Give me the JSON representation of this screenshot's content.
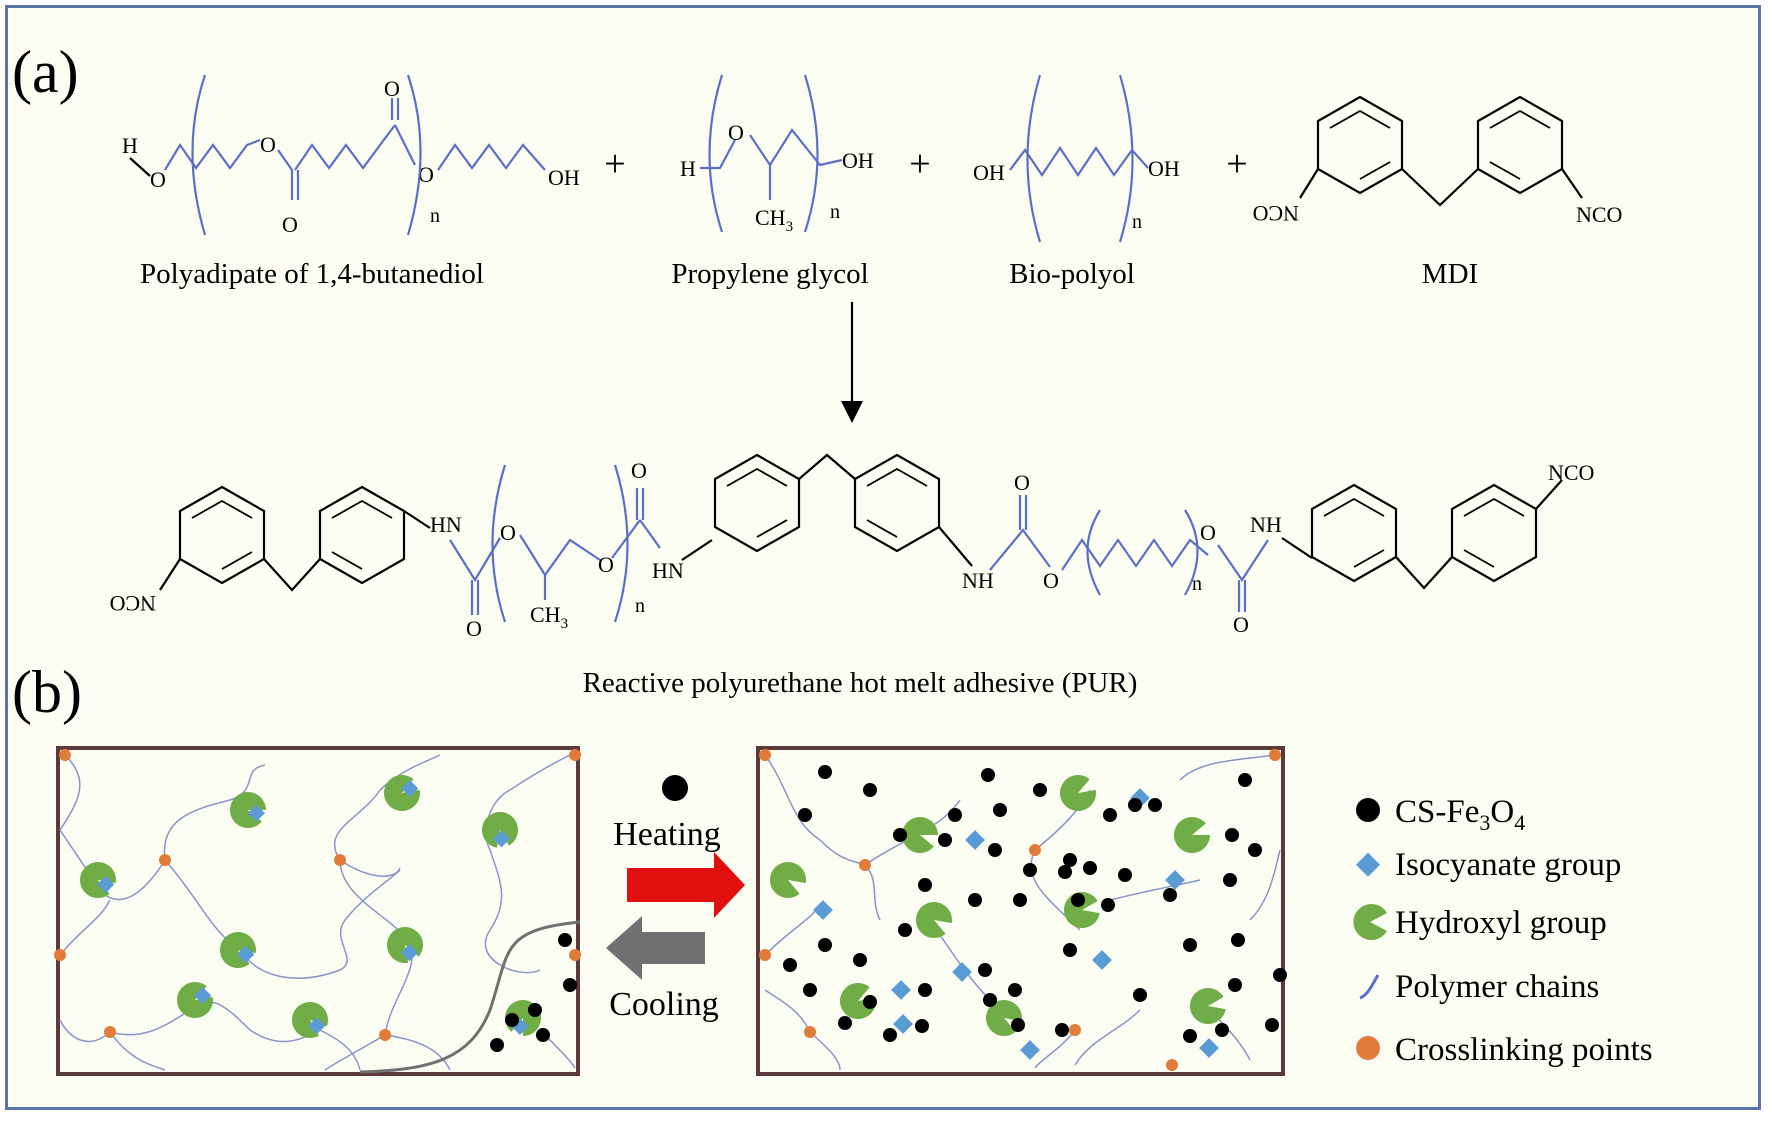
{
  "panel_a": {
    "label": "(a)",
    "plus": "+",
    "reactants": {
      "polyadipate": {
        "name": "Polyadipate of 1,4-butanediol",
        "h": "H",
        "o": "O",
        "oh": "OH",
        "n": "n"
      },
      "propylene_glycol": {
        "name": "Propylene glycol",
        "h": "H",
        "o": "O",
        "oh": "OH",
        "ch3": "CH",
        "sub3": "3",
        "n": "n"
      },
      "bio_polyol": {
        "name": "Bio-polyol",
        "oh": "OH",
        "n": "n"
      },
      "mdi": {
        "name": "MDI",
        "nco": "NCO",
        "nco_flipped": "NCO"
      }
    },
    "product": {
      "name": "Reactive polyurethane hot melt adhesive (PUR)",
      "hn": "HN",
      "nh": "NH",
      "o": "O",
      "ch3": "CH",
      "sub3": "3",
      "n": "n",
      "nco": "NCO",
      "nco_flipped": "NCO"
    }
  },
  "panel_b": {
    "label": "(b)",
    "heating": "Heating",
    "cooling": "Cooling",
    "legend": [
      {
        "key": "cs",
        "text": "CS-Fe",
        "sub1": "3",
        "text2": "O",
        "sub2": "4"
      },
      {
        "key": "iso",
        "text": "Isocyanate group"
      },
      {
        "key": "hyd",
        "text": "Hydroxyl group"
      },
      {
        "key": "poly",
        "text": "Polymer chains"
      },
      {
        "key": "cross",
        "text": "Crosslinking points"
      }
    ]
  },
  "colors": {
    "chain_blue": "#5b6fc4",
    "hydroxyl_green": "#70ad47",
    "isocyanate_blue": "#5b9bd5",
    "crosslink_orange": "#e07b39",
    "heating_red": "#e01010",
    "cooling_gray": "#707070",
    "box_border": "#5b3a3a"
  }
}
